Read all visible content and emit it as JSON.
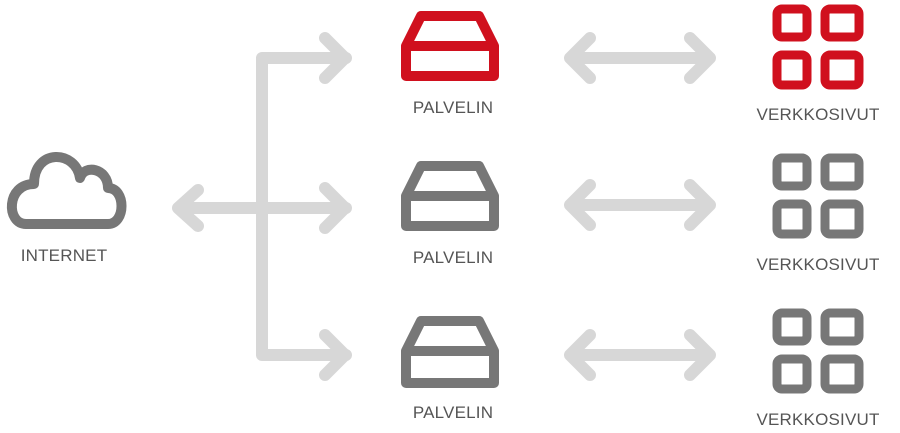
{
  "colors": {
    "connector": "#d7d7d7",
    "icon_default": "#777777",
    "icon_highlight": "#d0101e",
    "label_text": "#555555"
  },
  "internet": {
    "icon": "cloud-icon",
    "label": "INTERNET"
  },
  "servers": [
    {
      "icon": "server-drive-icon",
      "label": "PALVELIN",
      "highlighted": true
    },
    {
      "icon": "server-drive-icon",
      "label": "PALVELIN",
      "highlighted": false
    },
    {
      "icon": "server-drive-icon",
      "label": "PALVELIN",
      "highlighted": false
    }
  ],
  "websites": [
    {
      "icon": "grid-icon",
      "label": "VERKKOSIVUT",
      "highlighted": true
    },
    {
      "icon": "grid-icon",
      "label": "VERKKOSIVUT",
      "highlighted": false
    },
    {
      "icon": "grid-icon",
      "label": "VERKKOSIVUT",
      "highlighted": false
    }
  ]
}
